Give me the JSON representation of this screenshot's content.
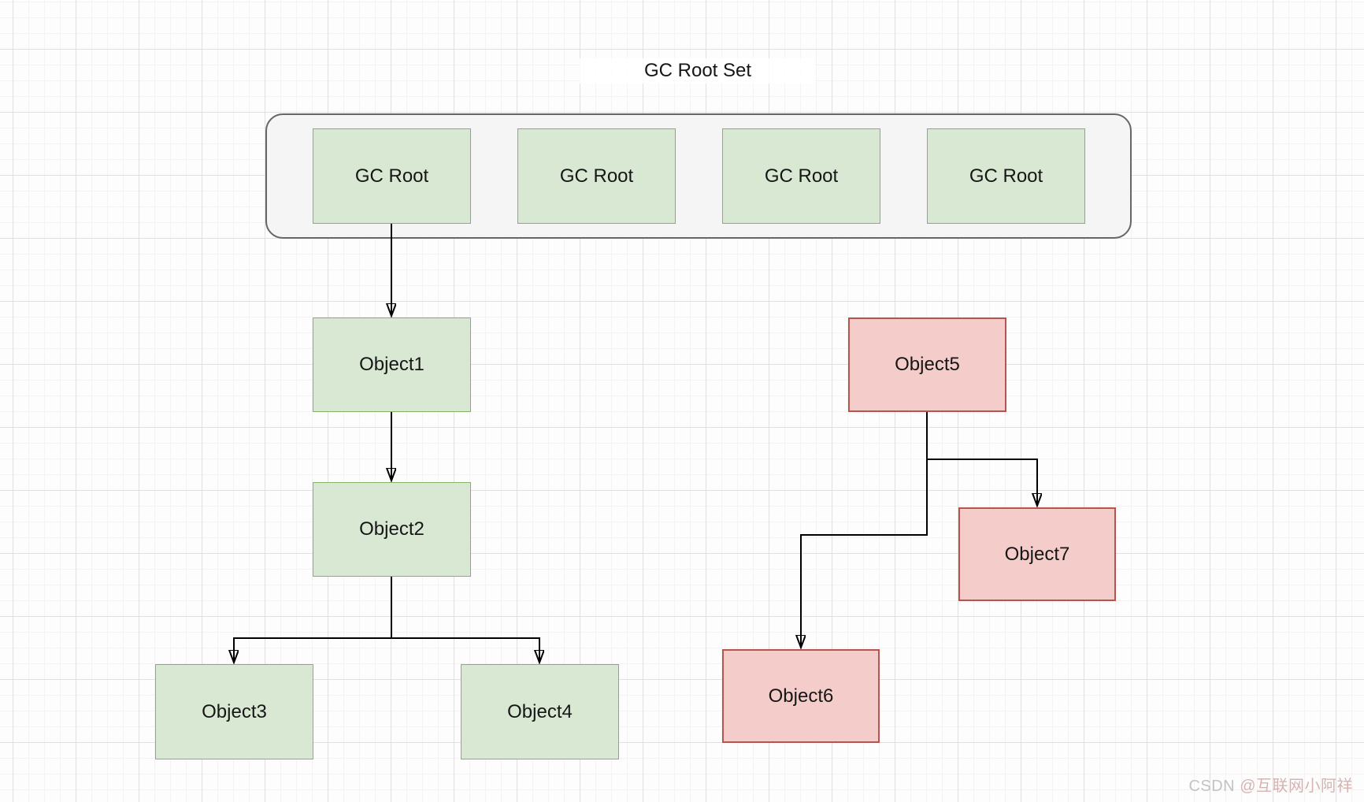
{
  "title": "GC Root Set",
  "nodes": [
    {
      "id": "gc-root-1",
      "label": "GC Root",
      "status": "reachable"
    },
    {
      "id": "gc-root-2",
      "label": "GC Root",
      "status": "reachable"
    },
    {
      "id": "gc-root-3",
      "label": "GC Root",
      "status": "reachable"
    },
    {
      "id": "gc-root-4",
      "label": "GC Root",
      "status": "reachable"
    },
    {
      "id": "object1",
      "label": "Object1",
      "status": "reachable"
    },
    {
      "id": "object2",
      "label": "Object2",
      "status": "reachable"
    },
    {
      "id": "object3",
      "label": "Object3",
      "status": "reachable"
    },
    {
      "id": "object4",
      "label": "Object4",
      "status": "reachable"
    },
    {
      "id": "object5",
      "label": "Object5",
      "status": "unreachable"
    },
    {
      "id": "object6",
      "label": "Object6",
      "status": "unreachable"
    },
    {
      "id": "object7",
      "label": "Object7",
      "status": "unreachable"
    }
  ],
  "edges": [
    {
      "from": "gc-root-1",
      "to": "object1"
    },
    {
      "from": "object1",
      "to": "object2"
    },
    {
      "from": "object2",
      "to": "object3"
    },
    {
      "from": "object2",
      "to": "object4"
    },
    {
      "from": "object5",
      "to": "object7"
    },
    {
      "from": "object5",
      "to": "object6"
    }
  ],
  "colors": {
    "reachable_fill": "#d9e8d3",
    "reachable_border": "#82b366",
    "unreachable_fill": "#f4cdca",
    "unreachable_border": "#b85450",
    "container_fill": "#f5f5f5",
    "container_border": "#666666",
    "connector": "#000000",
    "watermark_gray": "#c3c3c3",
    "watermark_pink": "#d5b3b1"
  },
  "watermark": {
    "prefix": "CSDN ",
    "handle": "@互联网小阿祥"
  }
}
